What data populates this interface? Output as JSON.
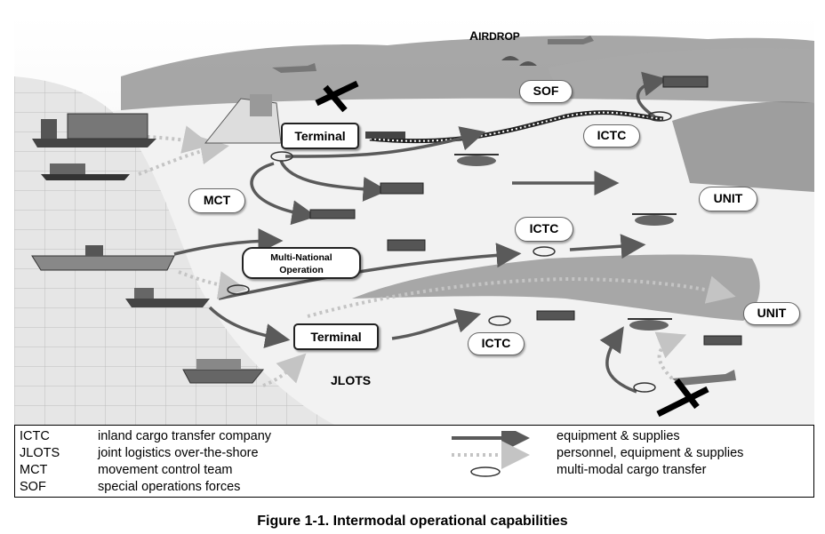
{
  "caption": "Figure 1-1. Intermodal operational capabilities",
  "labels": {
    "airdrop_first": "A",
    "airdrop_rest": "IRDROP",
    "sof": "SOF",
    "terminal_top": "Terminal",
    "ictc_top": "ICTC",
    "mct": "MCT",
    "unit_top": "UNIT",
    "ictc_mid": "ICTC",
    "mno_line1": "Multi-National",
    "mno_line2": "Operation",
    "unit_right": "UNIT",
    "terminal_bottom": "Terminal",
    "ictc_bottom": "ICTC",
    "jlots": "JLOTS"
  },
  "legend_terms": [
    {
      "abbr": "ICTC",
      "definition": "inland cargo transfer company"
    },
    {
      "abbr": "JLOTS",
      "definition": "joint logistics over-the-shore"
    },
    {
      "abbr": "MCT",
      "definition": "movement control team"
    },
    {
      "abbr": "SOF",
      "definition": "special operations forces"
    }
  ],
  "legend_symbols": [
    {
      "symbol": "solid-arrow",
      "label": "equipment & supplies"
    },
    {
      "symbol": "dotted-arrow",
      "label": "personnel, equipment & supplies"
    },
    {
      "symbol": "transfer-ring-icon",
      "label": "multi-modal cargo transfer"
    }
  ],
  "colors": {
    "solid_arrow": "#5a5a5a",
    "dotted_arrow": "#c4c4c4",
    "water": "#e6e6e6",
    "grid": "#b8b8b8"
  }
}
